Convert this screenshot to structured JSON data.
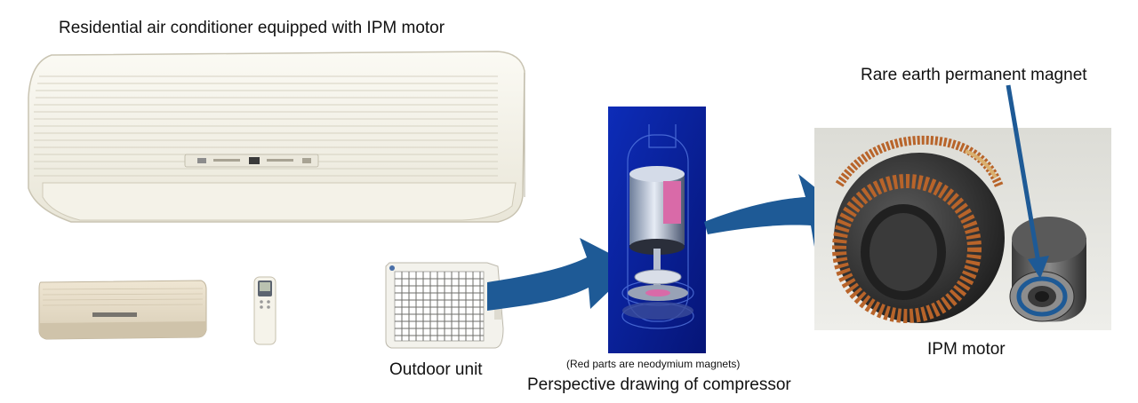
{
  "labels": {
    "ac_title": "Residential air conditioner equipped with IPM motor",
    "outdoor_unit": "Outdoor unit",
    "compressor_note": "(Red parts are neodymium magnets)",
    "compressor_title": "Perspective drawing of compressor",
    "magnet_label": "Rare earth permanent magnet",
    "motor_title": "IPM motor"
  },
  "colors": {
    "arrow": "#1e5a96",
    "compressor_panel": "#0a1fa0",
    "unit_body": "#f2f0e6",
    "copper": "#b8642a",
    "magnet": "#d96aa8"
  },
  "icons": {
    "indoor_unit": "air-conditioner-indoor-icon",
    "small_unit": "air-conditioner-small-icon",
    "remote": "remote-control-icon",
    "outdoor": "outdoor-unit-icon",
    "compressor": "compressor-icon",
    "stator": "stator-icon",
    "rotor": "rotor-icon",
    "arrow": "arrow-icon"
  }
}
